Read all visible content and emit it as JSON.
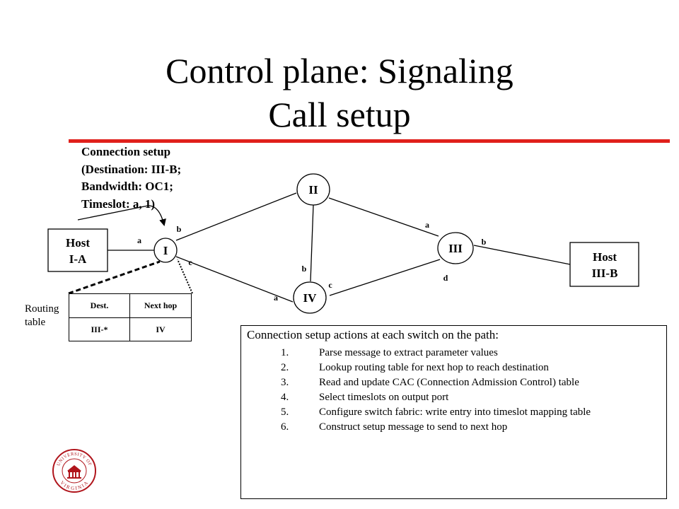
{
  "slide": {
    "title_line1": "Control plane: Signaling",
    "title_line2": "Call setup"
  },
  "connection_note": {
    "line1": "Connection setup",
    "line2": "(Destination: III-B;",
    "line3": "Bandwidth: OC1;",
    "line4": "Timeslot: a, 1)"
  },
  "hosts": {
    "host_a_line1": "Host",
    "host_a_line2": "I-A",
    "host_b_line1": "Host",
    "host_b_line2": "III-B"
  },
  "switches": {
    "s1": "I",
    "s2": "II",
    "s3": "III",
    "s4": "IV"
  },
  "ports": {
    "hostA_I": "a",
    "I_II": "b",
    "I_IV": "c",
    "IV_I": "a",
    "IV_II": "b",
    "IV_III": "c",
    "II_III": "a",
    "III_IV": "d",
    "III_hostB": "b"
  },
  "routing_table": {
    "label_line1": "Routing",
    "label_line2": "table",
    "headers": [
      "Dest.",
      "Next hop"
    ],
    "rows": [
      [
        "III-*",
        "IV"
      ]
    ]
  },
  "actions": {
    "heading": "Connection setup actions at each switch on the path:",
    "items": [
      {
        "num": "1.",
        "text": "Parse message to extract parameter values"
      },
      {
        "num": "2.",
        "text": "Lookup routing table for next hop to reach destination"
      },
      {
        "num": "3.",
        "text": "Read and update CAC (Connection Admission Control) table"
      },
      {
        "num": "4.",
        "text": "Select timeslots on output port"
      },
      {
        "num": "5.",
        "text": "Configure switch fabric: write entry into timeslot mapping table"
      },
      {
        "num": "6.",
        "text": "Construct setup message to send to next hop"
      }
    ]
  },
  "colors": {
    "rule": "#e0201b",
    "logo": "#b0151c"
  },
  "logo": {
    "top_text": "UNIVERSITY OF",
    "bottom_text": "VIRGINIA"
  }
}
